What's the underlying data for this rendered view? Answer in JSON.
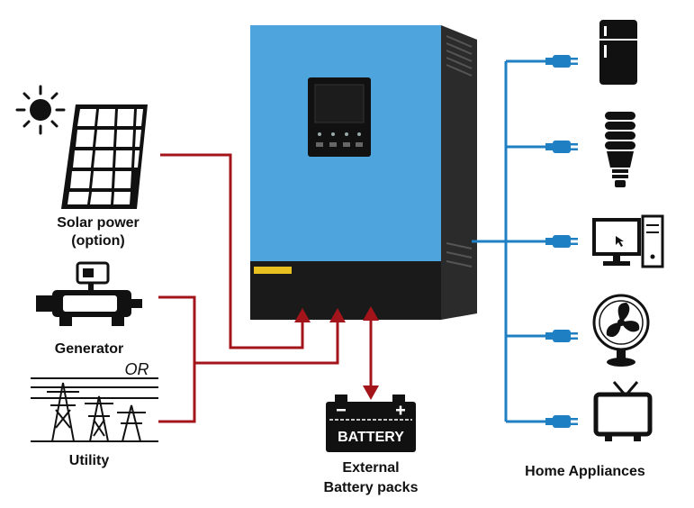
{
  "labels": {
    "solar_line1": "Solar power",
    "solar_line2": "(option)",
    "generator": "Generator",
    "or": "OR",
    "utility": "Utility",
    "battery_text": "BATTERY",
    "external_line1": "External",
    "external_line2": "Battery packs",
    "home": "Home Appliances"
  },
  "colors": {
    "inverter_body": "#4ea5dd",
    "inverter_bottom": "#1a1a1a",
    "input_lines": "#a3141b",
    "output_lines": "#1f7fc3",
    "icons": "#111111"
  },
  "icons": {
    "sun": "sun-icon",
    "solar_panel": "solar-panel-icon",
    "generator": "generator-icon",
    "utility": "power-tower-icon",
    "battery": "battery-icon",
    "fridge": "fridge-icon",
    "bulb": "energy-saving-bulb-icon",
    "computer": "computer-icon",
    "fan": "fan-icon",
    "tv": "tv-icon",
    "plug": "plug-icon"
  }
}
